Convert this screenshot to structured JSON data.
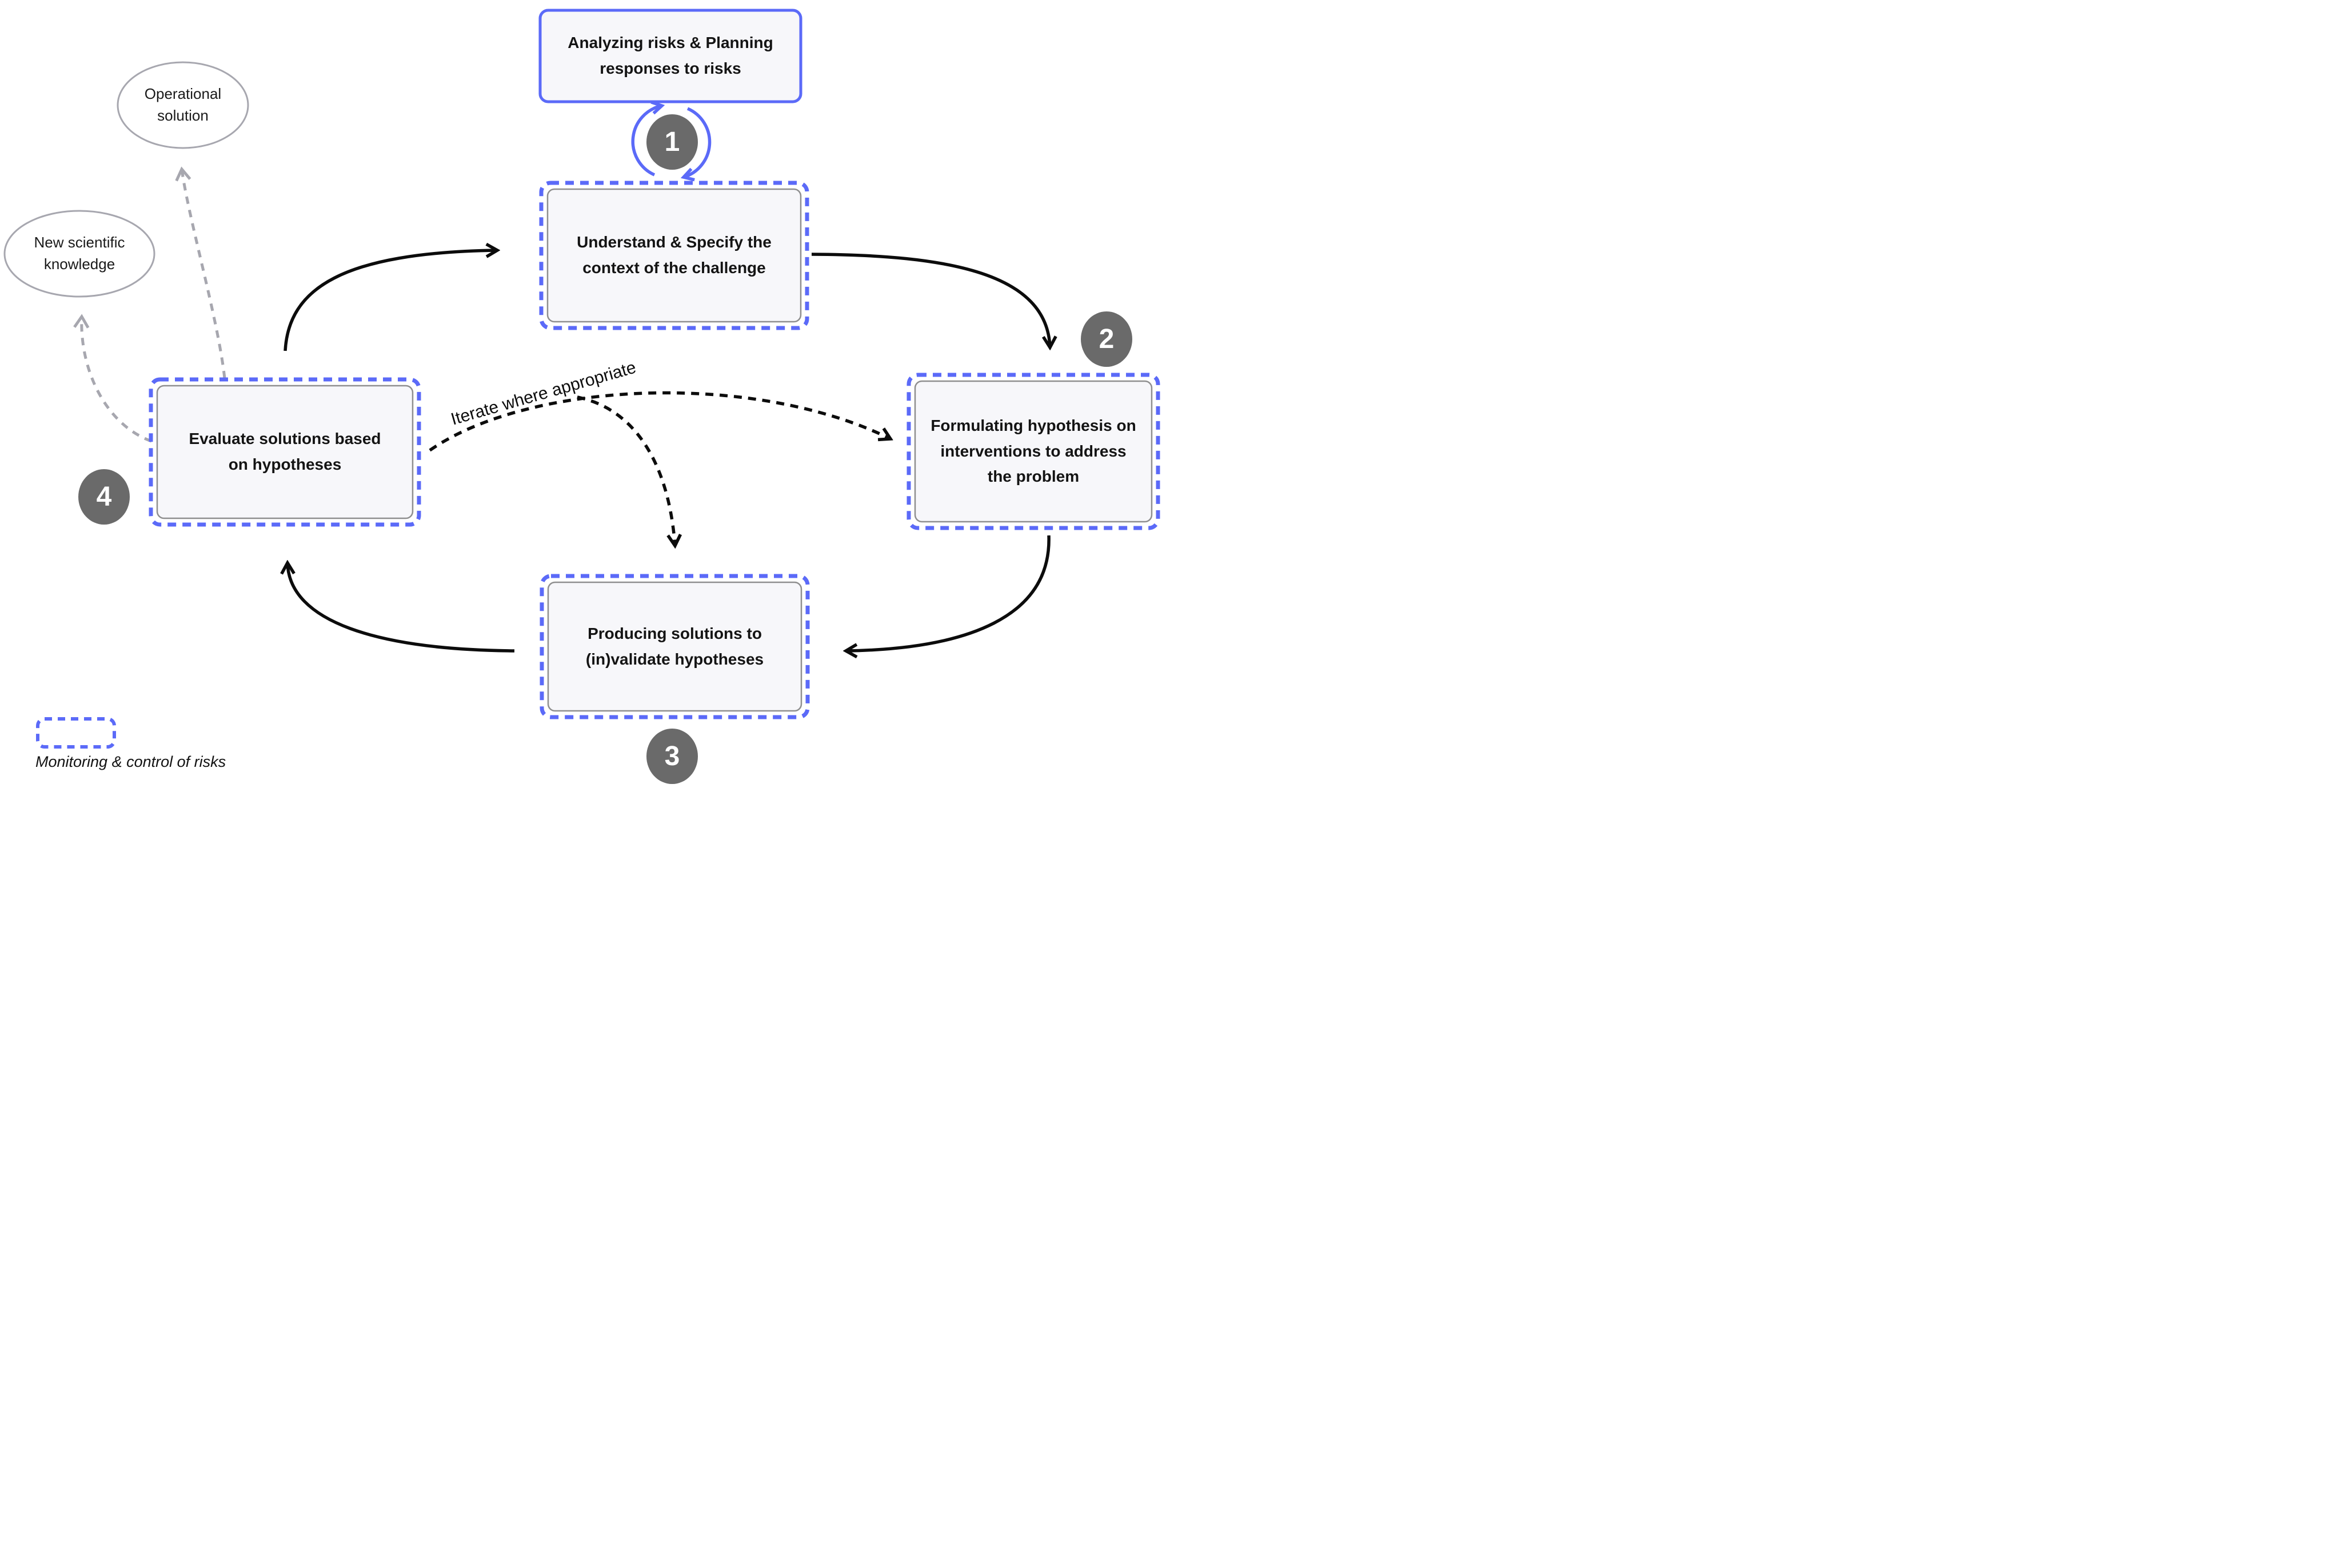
{
  "colors": {
    "accent_blue": "#5b6af8",
    "badge_gray": "#6a6a6a",
    "node_fill": "#f7f7fa",
    "node_border": "#8f8f8f",
    "soft_gray": "#a7a7af",
    "ink_black": "#0c0c0c"
  },
  "risk_box": {
    "label": "Analyzing risks & Planning\nresponses to risks"
  },
  "cycle": {
    "steps": [
      {
        "number": "1",
        "label": "Understand & Specify the\ncontext of the challenge"
      },
      {
        "number": "2",
        "label": "Formulating hypothesis on\ninterventions to address\nthe problem"
      },
      {
        "number": "3",
        "label": "Producing solutions to\n(in)validate hypotheses"
      },
      {
        "number": "4",
        "label": "Evaluate solutions based\non hypotheses"
      }
    ],
    "iterate_label": "Iterate where appropriate"
  },
  "outputs": {
    "operational": {
      "label": "Operational\nsolution"
    },
    "knowledge": {
      "label": "New scientific\nknowledge"
    }
  },
  "legend": {
    "label": "Monitoring & control of risks"
  },
  "icons": {
    "cycle_icon": "refresh-cycle-arrows"
  }
}
